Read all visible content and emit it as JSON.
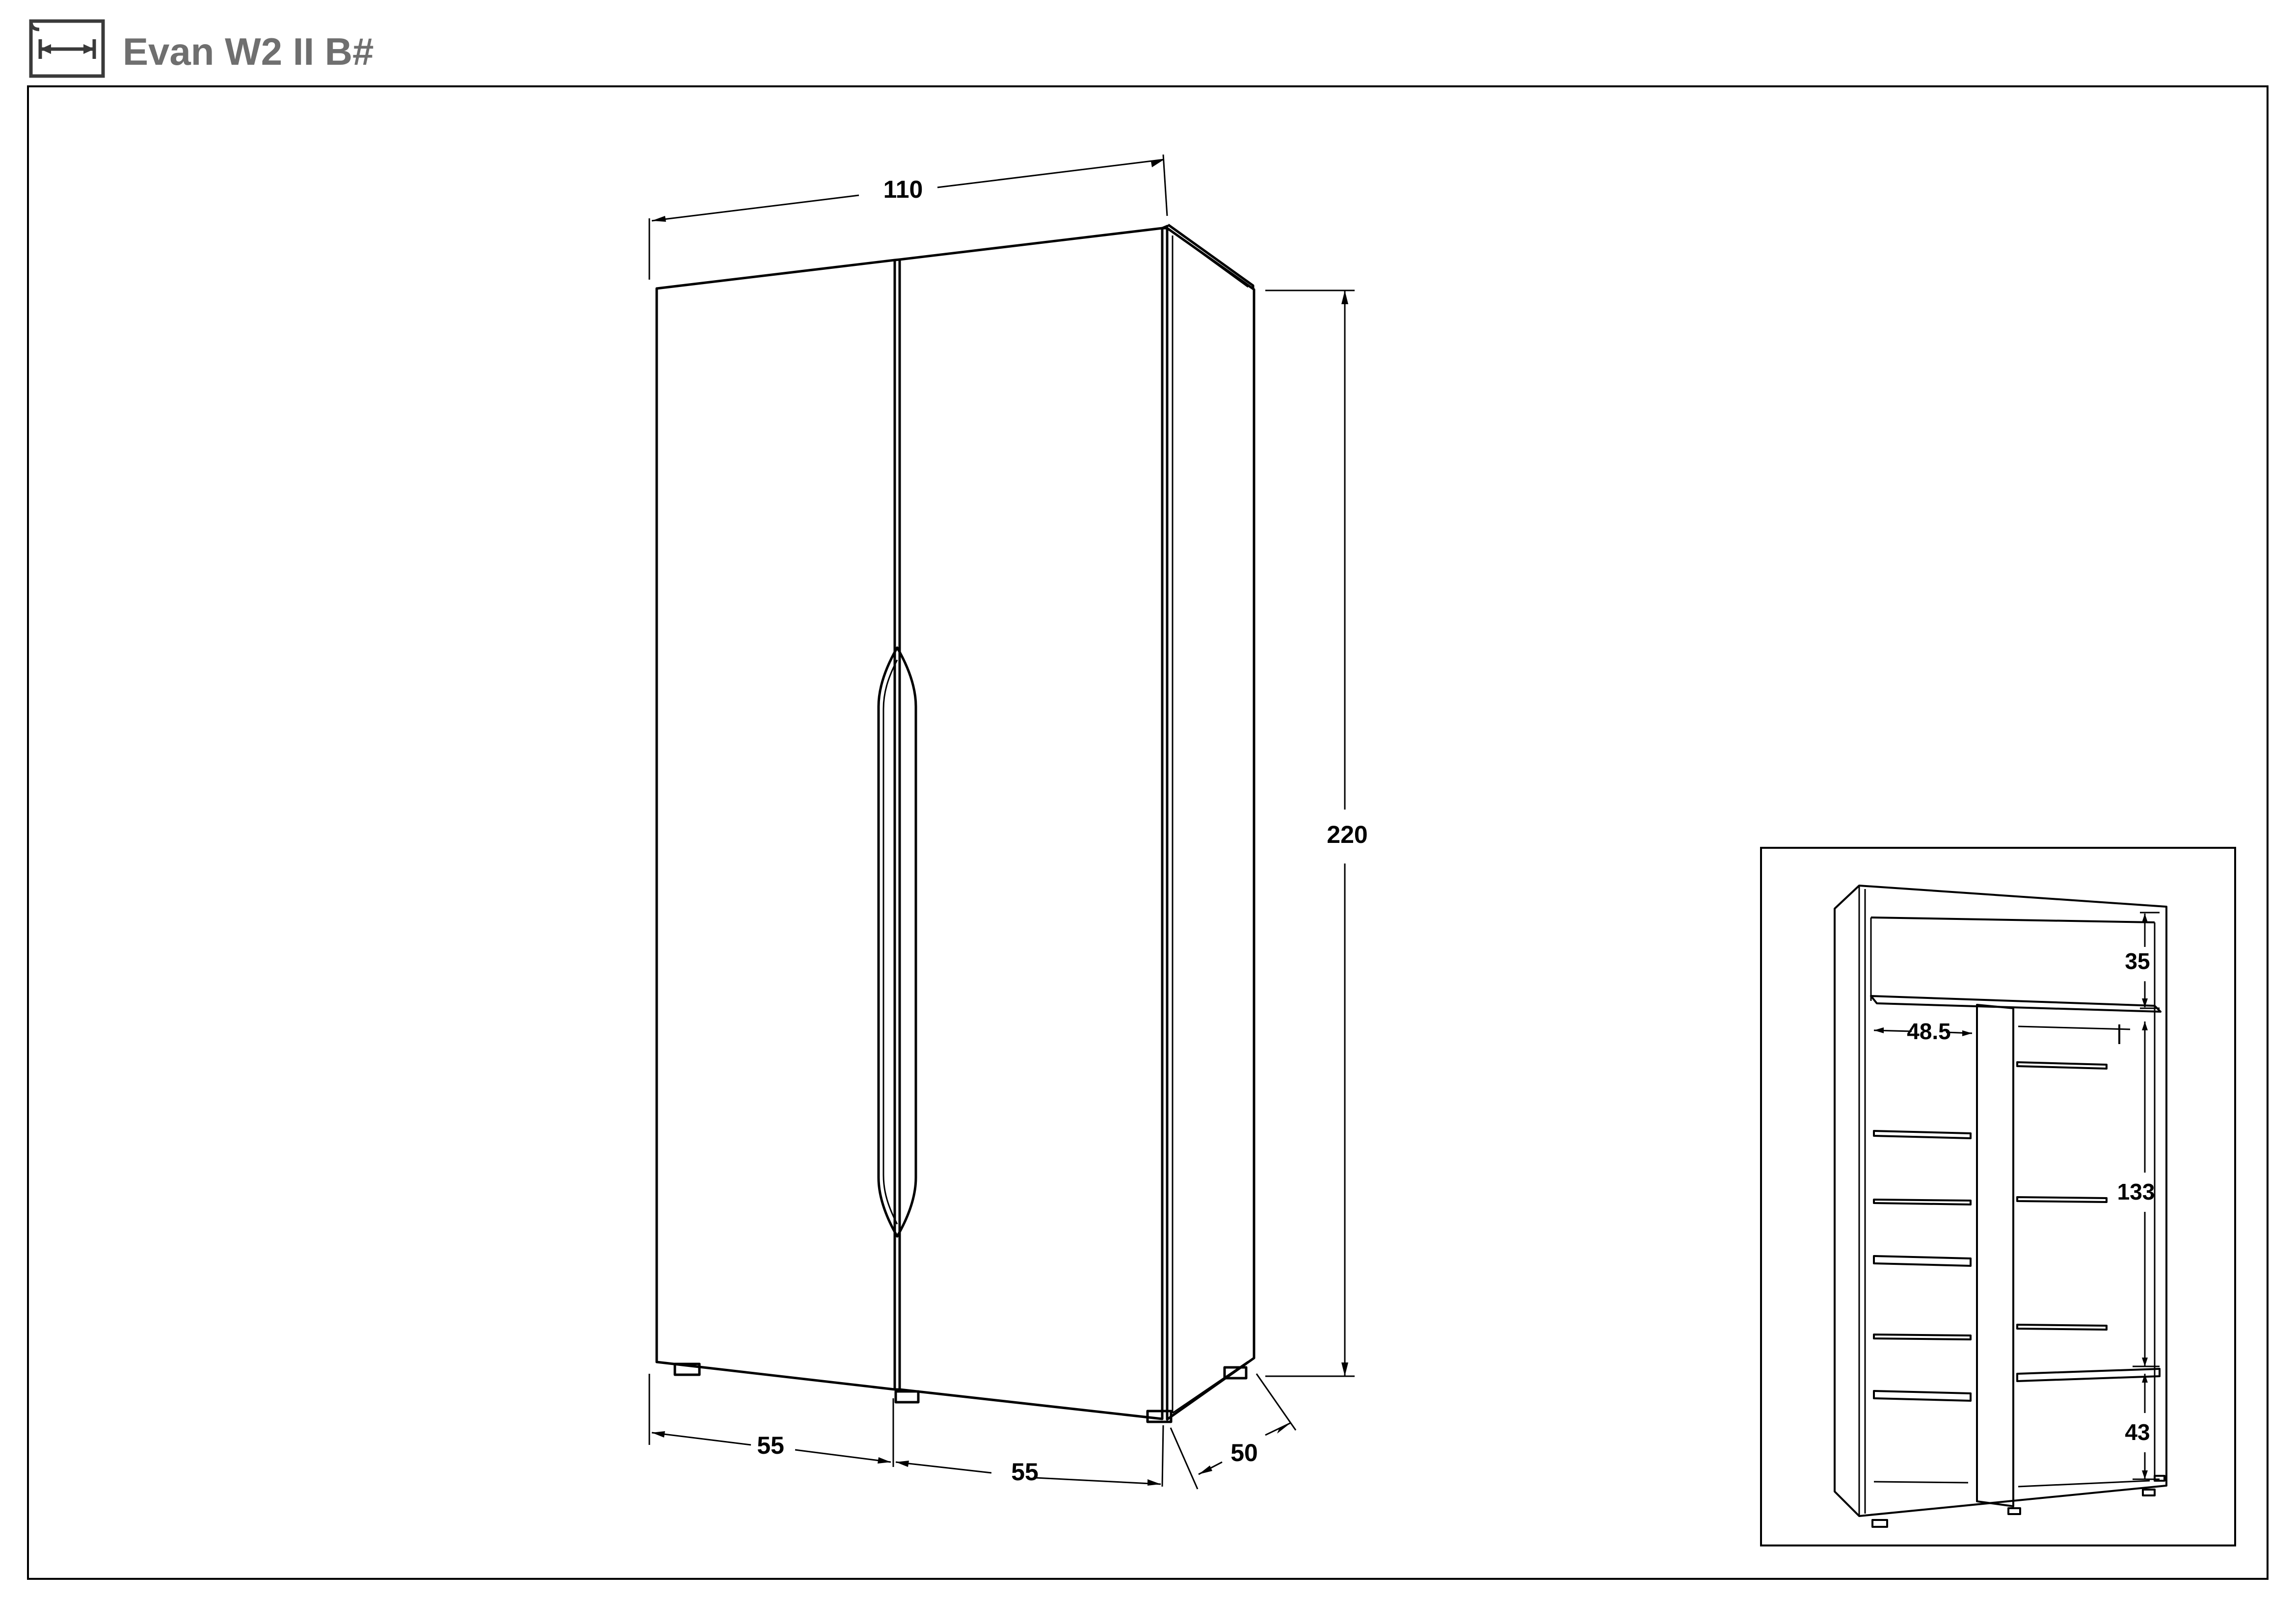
{
  "header": {
    "title": "Evan W2 II B#",
    "icon": "dimensions-icon"
  },
  "main_drawing": {
    "width_label": "110",
    "height_label": "220",
    "door_left_label": "55",
    "door_right_label": "55",
    "depth_label": "50"
  },
  "inset_drawing": {
    "top_compartment_label": "35",
    "shelf_width_label": "48.5",
    "hanging_height_label": "133",
    "bottom_compartment_label": "43"
  },
  "colors": {
    "line": "#000000",
    "title": "#6f6f6f",
    "background": "#ffffff"
  }
}
